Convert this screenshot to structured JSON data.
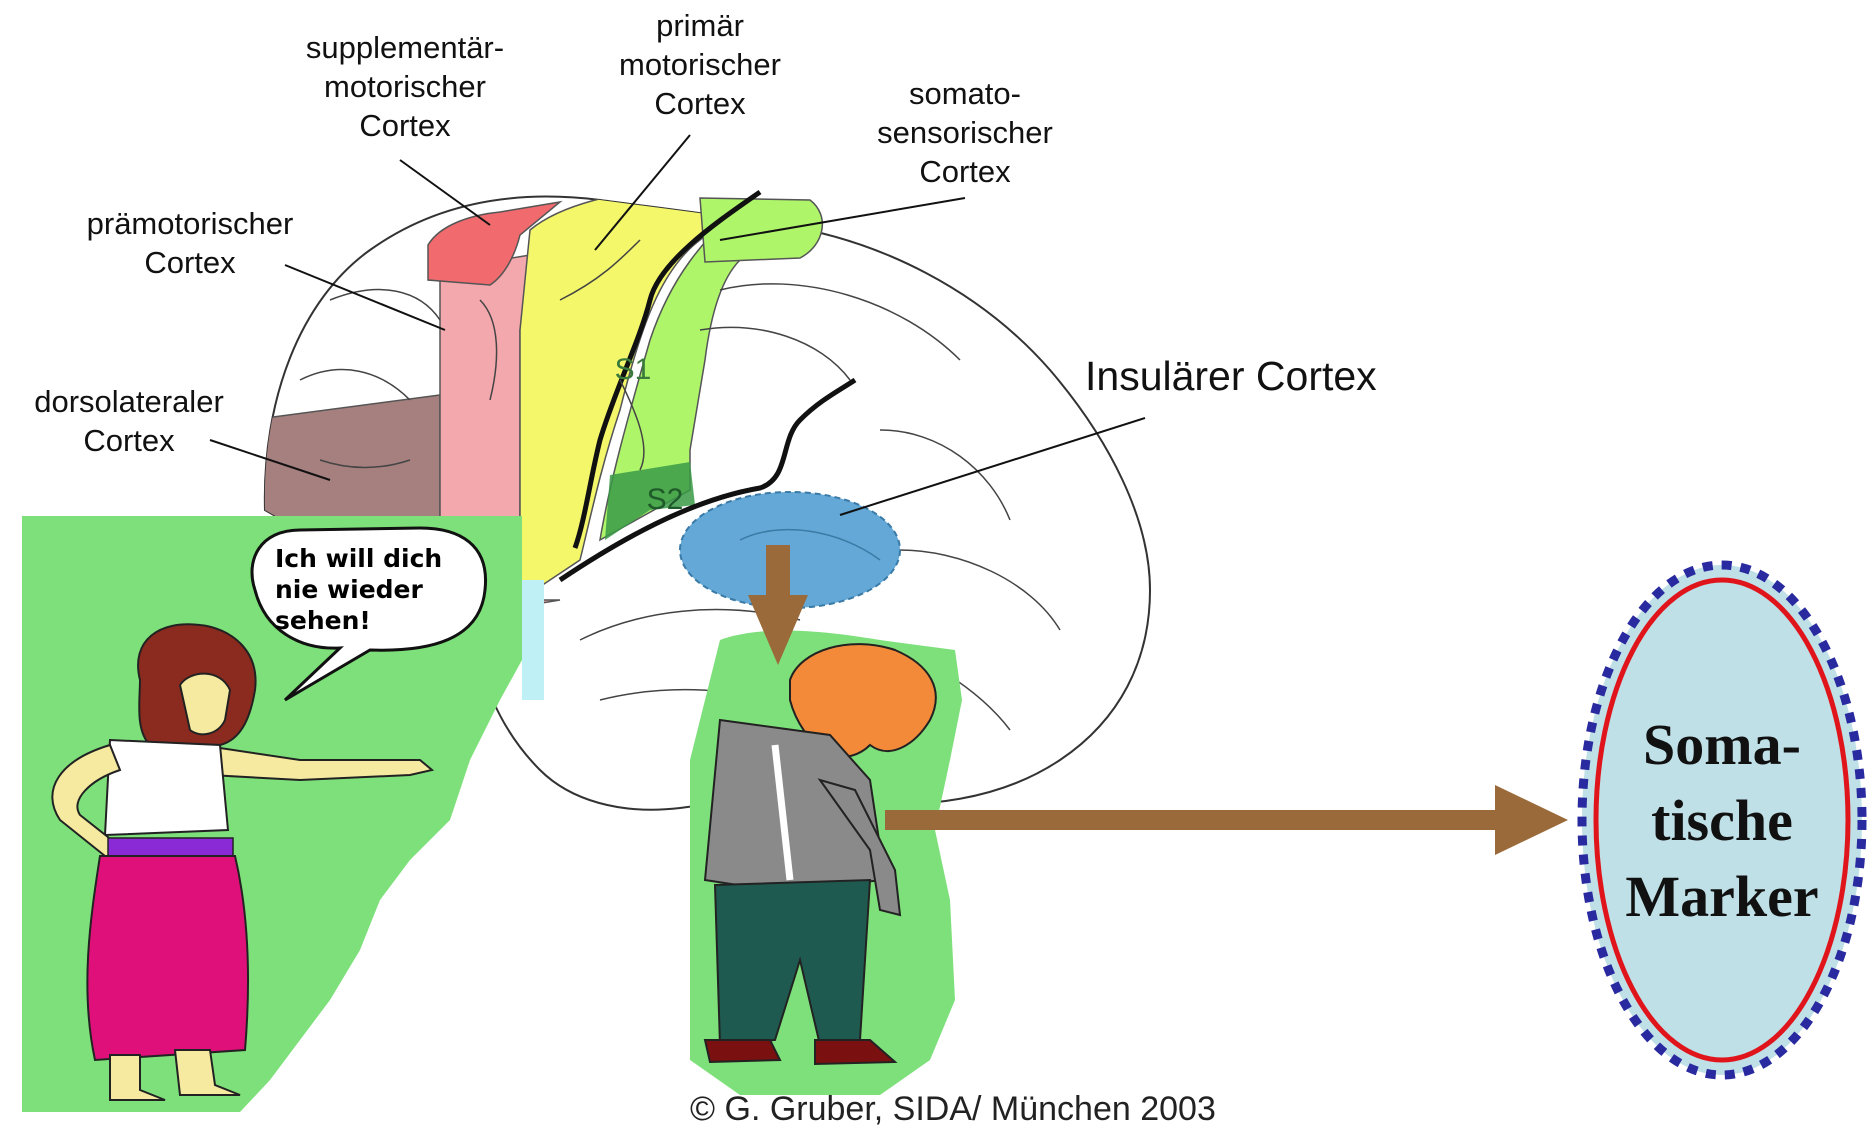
{
  "labels": {
    "supplementary": [
      "supplementär-",
      "motorischer",
      "Cortex"
    ],
    "primary_motor": [
      "primär",
      "motorischer",
      "Cortex"
    ],
    "somatosensory": [
      "somato-",
      "sensorischer",
      "Cortex"
    ],
    "premotor": [
      "prämotorischer",
      "Cortex"
    ],
    "dorsolateral": [
      "dorsolateraler",
      "Cortex"
    ],
    "insular": "Insulärer Cortex",
    "s1": "S1",
    "s2": "S2"
  },
  "speech_bubble": [
    "Ich will dich",
    "nie wieder",
    "sehen!"
  ],
  "marker": [
    "Soma-",
    "tische",
    "Marker"
  ],
  "footer": "© G. Gruber, SIDA/ München 2003",
  "colors": {
    "supplementary": "#f06a6e",
    "premotor": "#f2a8ac",
    "primary_motor": "#f4f76a",
    "somatosensory": "#aef56a",
    "s2": "#3a9a46",
    "dorsolateral": "#a5807e",
    "insula": "#63a8d6",
    "panel_green": "#7ee07a",
    "arrow": "#9a6a3a",
    "marker_fill": "#bfe0e6",
    "marker_red": "#e0151c",
    "marker_dots": "#2a2aa0"
  }
}
